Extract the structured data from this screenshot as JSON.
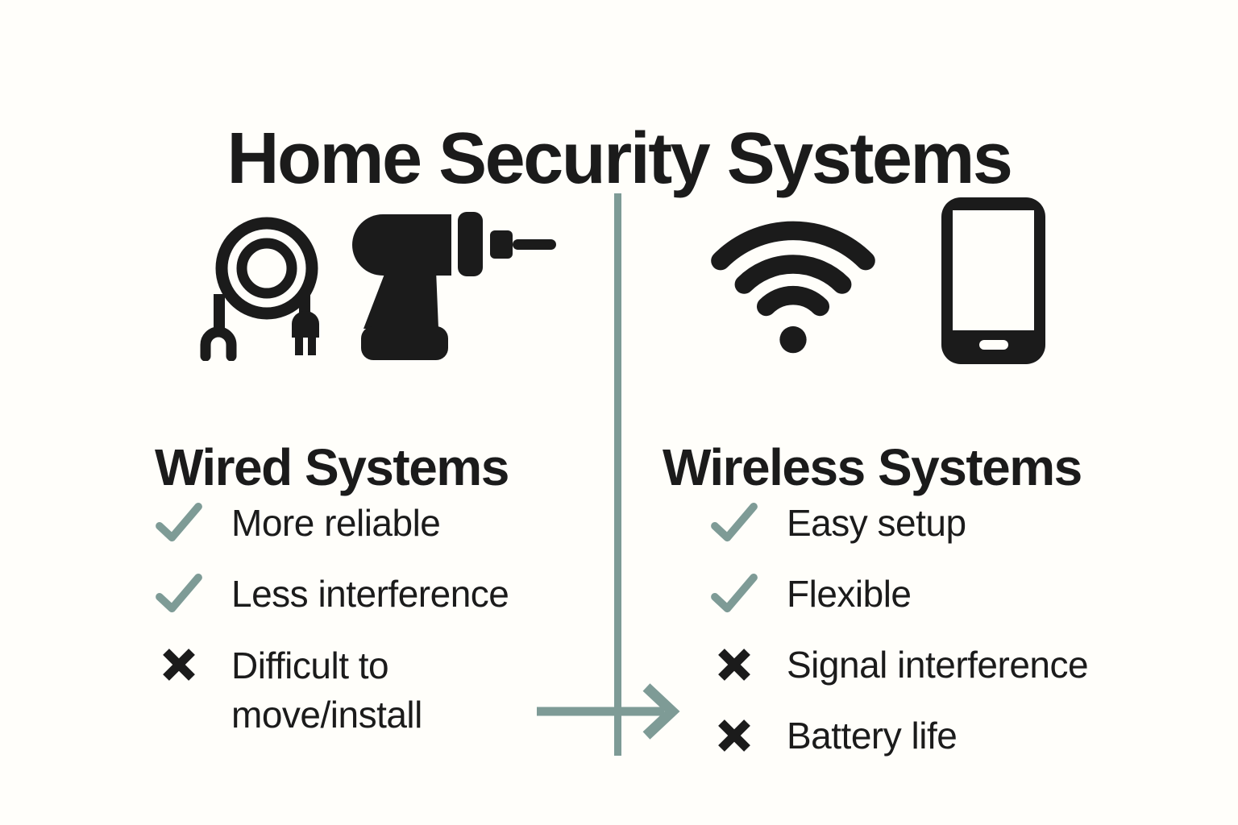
{
  "title": "Home Security Systems",
  "colors": {
    "background": "#FFFEFA",
    "ink": "#1B1B1B",
    "accent": "#7E9B96"
  },
  "columns": {
    "wired": {
      "heading": "Wired Systems",
      "icons": [
        "cable-icon",
        "drill-icon"
      ],
      "items": [
        {
          "mark": "check",
          "text": "More reliable"
        },
        {
          "mark": "check",
          "text": "Less interference"
        },
        {
          "mark": "cross",
          "text": "Difficult to move/install"
        }
      ]
    },
    "wireless": {
      "heading": "Wireless Systems",
      "icons": [
        "wifi-icon",
        "smartphone-icon"
      ],
      "items": [
        {
          "mark": "check",
          "text": "Easy setup"
        },
        {
          "mark": "check",
          "text": "Flexible"
        },
        {
          "mark": "cross",
          "text": "Signal interference"
        },
        {
          "mark": "cross",
          "text": "Battery life"
        }
      ]
    }
  }
}
